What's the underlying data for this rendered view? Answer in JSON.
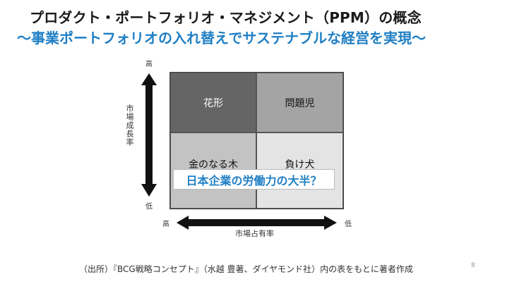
{
  "slide": {
    "title": "プロダクト・ポートフォリオ・マネジメント（PPM）の概念",
    "subtitle": "～事業ポートフォリオの入れ替えでサステナブルな経営を実現～",
    "page_number": "8"
  },
  "matrix": {
    "y_axis": {
      "label": "市場成長率",
      "high": "高",
      "low": "低"
    },
    "x_axis": {
      "label": "市場占有率",
      "high": "高",
      "low": "低"
    },
    "cells": {
      "top_left": "花形",
      "top_right": "問題児",
      "bottom_left": "金のなる木",
      "bottom_right": "負け犬"
    },
    "callout": "日本企業の労働力の大半？",
    "colors": {
      "top_left": "#656565",
      "top_right": "#a4a4a4",
      "bottom_left": "#c3c3c3",
      "bottom_right": "#e4e4e4",
      "accent": "#1f7fc4"
    }
  },
  "footer": {
    "source": "（出所）『BCG戦略コンセプト』（水越 豊著、ダイヤモンド社）内の表をもとに著者作成"
  }
}
